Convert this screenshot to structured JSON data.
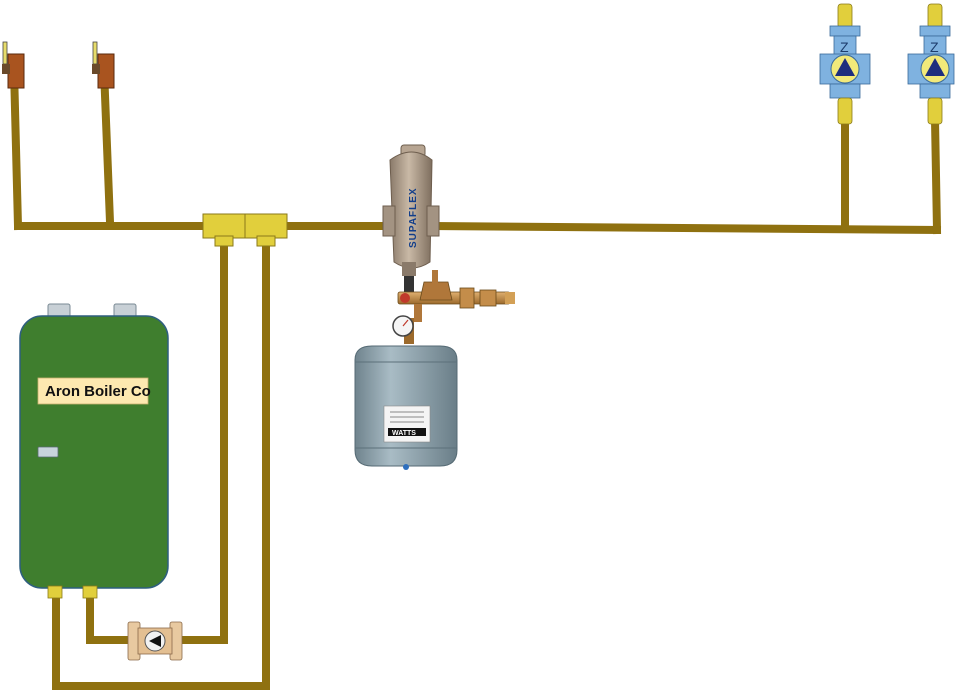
{
  "boiler": {
    "label": "Aron Boiler Co",
    "body_color": "#3f7e2e",
    "label_bg": "#fde9b0"
  },
  "separator": {
    "brand": "SUPAFLEX"
  },
  "expansion_tank": {
    "brand": "WATTS"
  },
  "colors": {
    "pipe": "#8f7110",
    "fitting": "#e1cf3c",
    "tank": "#8fa3ad",
    "zone_valve": "#7fb2e0"
  },
  "icons": [
    "pump-icon",
    "zone-valve-icon",
    "gauge-icon",
    "drain-valve-icon"
  ]
}
